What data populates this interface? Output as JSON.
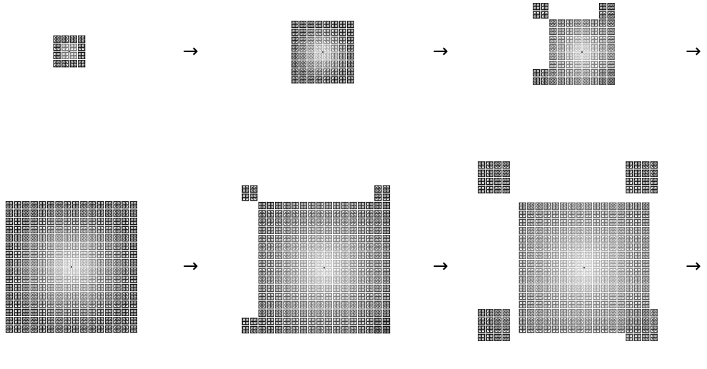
{
  "figure": {
    "arrow_glyph": "→",
    "tile_color_center": "#dcdcdc",
    "tile_color_edge": "#141414",
    "background": "#ffffff",
    "stages": [
      {
        "name": "stage-1",
        "pattern": "single-block"
      },
      {
        "name": "stage-2",
        "pattern": "block-2x2"
      },
      {
        "name": "stage-3",
        "pattern": "block-2x2-with-corner-blocks"
      },
      {
        "name": "stage-4",
        "pattern": "block-4x4"
      },
      {
        "name": "stage-5",
        "pattern": "block-4x4-with-corner-blocks"
      },
      {
        "name": "stage-6",
        "pattern": "block-4x4-with-corner-2x2-blocks"
      }
    ]
  }
}
